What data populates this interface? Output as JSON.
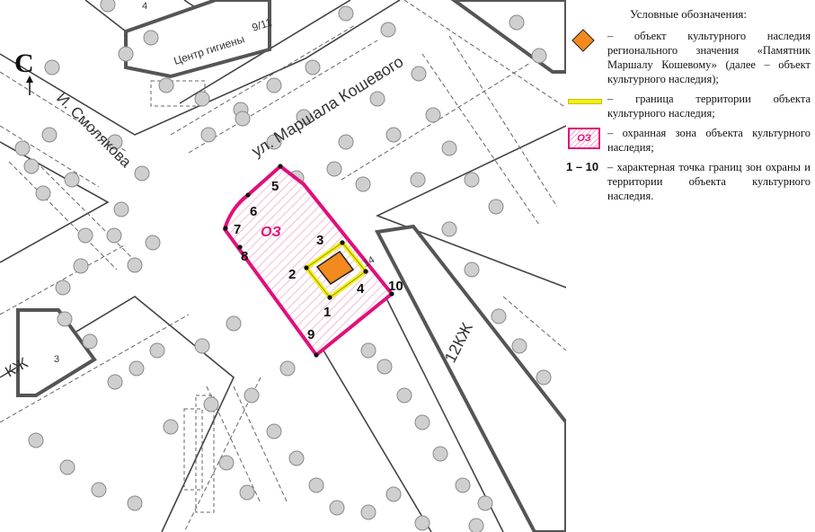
{
  "map": {
    "north_label": "С",
    "street_koshevogo": "ул. Маршала Кошевого",
    "street_smolyakova": "И. Смолякова",
    "building_health": "Центр гигиены",
    "building_health_no": "9/11",
    "building_12kzh": "12КЖ",
    "building_kzh3": "КЖ",
    "building_kzh3_no": "3",
    "building_14": "14",
    "building_top_no": "4",
    "oz_label": "ОЗ",
    "points": [
      "1",
      "2",
      "3",
      "4",
      "5",
      "6",
      "7",
      "8",
      "9",
      "10"
    ]
  },
  "legend": {
    "title": "Условные обозначения:",
    "items": [
      {
        "key": "object",
        "text": "– объект культурного наследия регионального значения «Памятник Маршалу Кошевому» (далее – объект культурного наследия);"
      },
      {
        "key": "border",
        "text": "– граница территории объекта культурного наследия;"
      },
      {
        "key": "oz",
        "symbol_text": "ОЗ",
        "text": "– охранная зона объекта культурного наследия;"
      },
      {
        "key": "points",
        "symbol_text": "1 – 10",
        "text": "– характерная точка границ зон охраны и территории объекта культурного наследия."
      }
    ]
  },
  "colors": {
    "protection_zone": "#e0107a",
    "territory_border": "#f2ef18",
    "heritage_object": "#f28a1e",
    "trees": "#cfcfcf"
  }
}
